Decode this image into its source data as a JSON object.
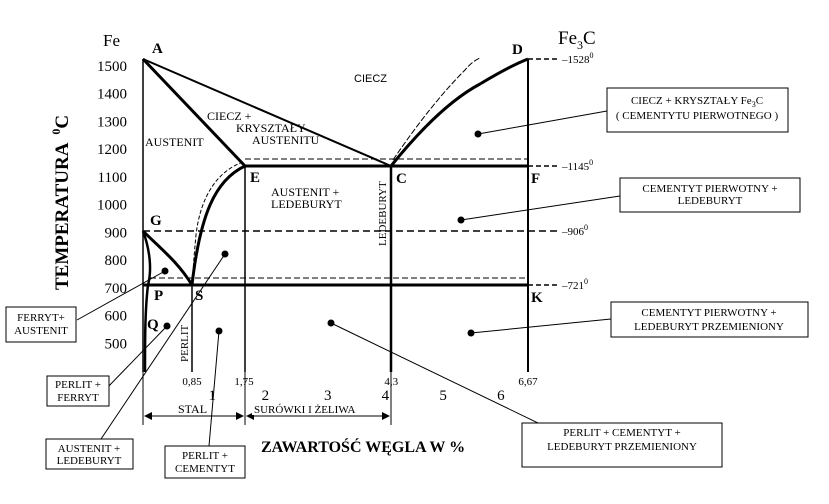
{
  "axes": {
    "y_top_label": "Fe",
    "y_title": "TEMPERATURA",
    "y_unit_sup": "0",
    "y_unit": "C",
    "fe3c_main": "Fe",
    "fe3c_sub": "3",
    "fe3c_tail": "C",
    "x_title": "ZAWARTOŚĆ WĘGLA W %",
    "y_ticks": [
      "1500",
      "1400",
      "1300",
      "1200",
      "1100",
      "1000",
      "900",
      "800",
      "700",
      "600",
      "500"
    ],
    "x_ticks": [
      {
        "label": "0,85",
        "value": 0.85
      },
      {
        "label": "1",
        "value": 1.2
      },
      {
        "label": "1,75",
        "value": 1.75
      },
      {
        "label": "2",
        "value": 2.12
      },
      {
        "label": "3",
        "value": 3.2
      },
      {
        "label": "4",
        "value": 4.2
      },
      {
        "label": "4,3",
        "value": 4.3
      },
      {
        "label": "5",
        "value": 5.2
      },
      {
        "label": "6",
        "value": 6.2
      },
      {
        "label": "6,67",
        "value": 6.67
      }
    ]
  },
  "points": {
    "A": "A",
    "D": "D",
    "E": "E",
    "C": "C",
    "F": "F",
    "G": "G",
    "P": "P",
    "S": "S",
    "Q": "Q",
    "K": "K"
  },
  "isotherms": {
    "t1528": "1528",
    "t1528_sup": "0",
    "t1145": "1145",
    "t1145_sup": "0",
    "t906": "906",
    "t906_sup": "0",
    "t721": "721",
    "t721_sup": "0"
  },
  "regions": {
    "ciecz": "CIECZ",
    "ciecz_austenit_1": "CIECZ +",
    "ciecz_austenit_2": "KRYSZTAŁY",
    "ciecz_austenit_3": "AUSTENITU",
    "austenit": "AUSTENIT",
    "austenit_ledeburyt_1": "AUSTENIT +",
    "austenit_ledeburyt_2": "LEDEBURYT",
    "ledeburyt": "LEDEBURYT",
    "perlit": "PERLIT",
    "stal": "STAL",
    "surowki": "SURÓWKI I ŻELIWA"
  },
  "callouts": {
    "ciecz_fe3c_1": "CIECZ + KRYSZTAŁY Fe",
    "ciecz_fe3c_1_sub": "3",
    "ciecz_fe3c_1_tail": "C",
    "ciecz_fe3c_2": "( CEMENTYTU  PIERWOTNEGO )",
    "cem_led_1": "CEMENTYT PIERWOTNY +",
    "cem_led_2": "LEDEBURYT",
    "cem_led_prz_1": "CEMENTYT PIERWOTNY +",
    "cem_led_prz_2": "LEDEBURYT PRZEMIENIONY",
    "perlit_cem_led_1": "PERLIT + CEMENTYT +",
    "perlit_cem_led_2": "LEDEBURYT PRZEMIENIONY",
    "ferryt_aust_1": "FERRYT+",
    "ferryt_aust_2": "AUSTENIT",
    "perlit_ferryt_1": "PERLIT +",
    "perlit_ferryt_2": "FERRYT",
    "aust_led_1": "AUSTENIT +",
    "aust_led_2": "LEDEBURYT",
    "perlit_cem_1": "PERLIT +",
    "perlit_cem_2": "CEMENTYT"
  }
}
